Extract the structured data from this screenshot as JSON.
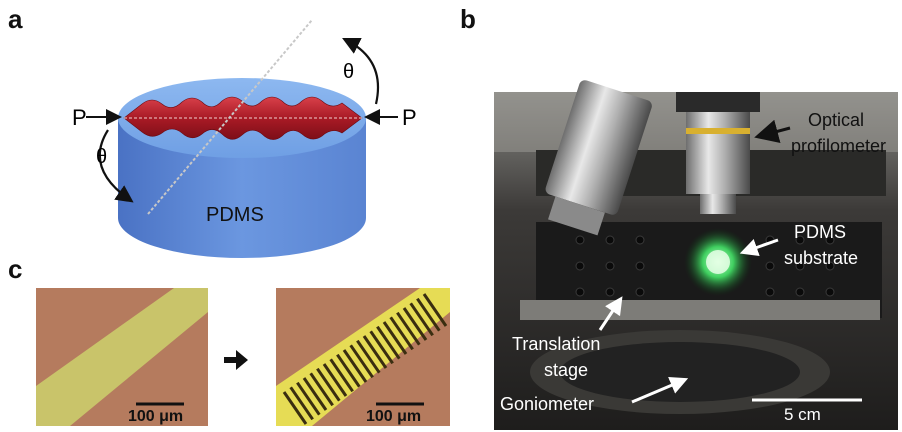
{
  "panels": {
    "a": {
      "letter": "a",
      "force_left": "P",
      "force_right": "P",
      "angle_top": "θ",
      "angle_left": "θ",
      "material": "PDMS",
      "colors": {
        "cylinder_top": "#7aaae8",
        "cylinder_side": "#5a86d6",
        "ribbon": "#b5202b"
      }
    },
    "b": {
      "letter": "b",
      "label_optical_1": "Optical",
      "label_optical_2": "profilometer",
      "label_pdms_1": "PDMS",
      "label_pdms_2": "substrate",
      "label_translation_1": "Translation",
      "label_translation_2": "stage",
      "label_goniometer": "Goniometer",
      "scale_bar": "5 cm"
    },
    "c": {
      "letter": "c",
      "scale_before": "100 μm",
      "scale_after": "100 μm",
      "colors": {
        "background": "#b57b5e",
        "stripe": "#c9c46a",
        "wrinkle_dark": "#3a2e10",
        "wrinkle_light": "#e6dc55"
      }
    }
  }
}
